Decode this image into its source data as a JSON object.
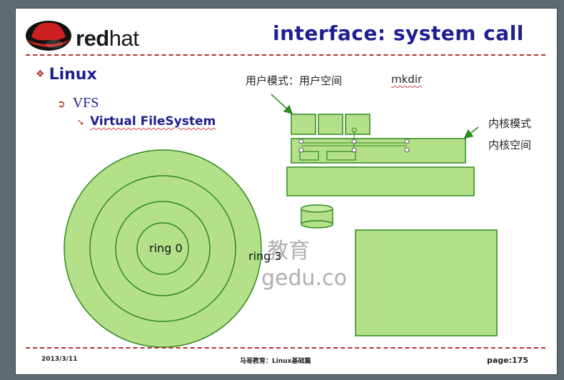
{
  "header": {
    "logo_text_bold": "red",
    "logo_text_rest": "hat",
    "logo_mark": "redhat-shadowman-icon",
    "title": "interface: system call"
  },
  "bullets": {
    "level1": "Linux",
    "level2": "VFS",
    "level3": "Virtual FileSystem"
  },
  "diagram": {
    "user_mode_label": "用户模式：用户空间",
    "command_label": "mkdir",
    "kernel_mode_label": "内核模式",
    "kernel_space_label": "内核空间",
    "inner_ring_label": "ring 0",
    "outer_ring_label": "ring 3",
    "watermark_line1": "教育",
    "watermark_line2": "gedu.co",
    "fill_color": "#b4e08a",
    "stroke_color": "#2e8a1e",
    "accent_red": "#b3322a",
    "title_blue": "#1f1f8f"
  },
  "footer": {
    "date": "2013/3/11",
    "center": "马哥教育：Linux基础篇",
    "page": "page:175"
  }
}
